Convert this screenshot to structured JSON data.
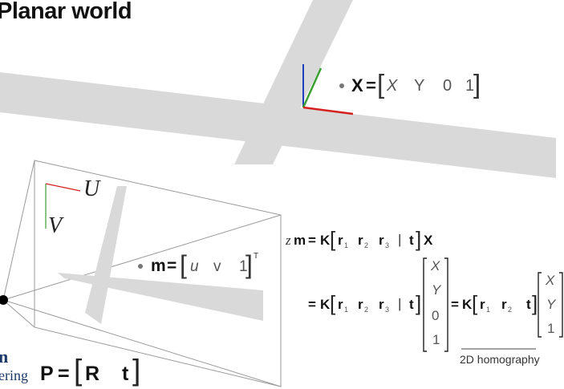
{
  "slide": {
    "title": "Planar world",
    "footer_logo_fragment": "n",
    "footer_logo_text": "ering"
  },
  "world_point": {
    "lhs": "X",
    "equals": "=",
    "bracket_open": "[",
    "bracket_close": "]",
    "components": [
      "X",
      "Y",
      "0",
      "1"
    ]
  },
  "image_point": {
    "lhs": "m",
    "equals": "=",
    "bracket_open": "[",
    "bracket_close": "]",
    "transpose": "T",
    "components": [
      "u",
      "v",
      "1"
    ]
  },
  "image_axes": {
    "u_label": "U",
    "v_label": "V"
  },
  "projection": {
    "lhs": "P",
    "equals": "=",
    "bracket_open": "[",
    "bracket_close": "]",
    "components": [
      "R",
      "t"
    ]
  },
  "equations": {
    "line1": {
      "z": "z",
      "m": "m",
      "equals": "=",
      "K": "K",
      "r1": "r",
      "r1_sub": "1",
      "r2": "r",
      "r2_sub": "2",
      "r3": "r",
      "r3_sub": "3",
      "sep": "|",
      "t": "t",
      "X": "X"
    },
    "line2": {
      "equals": "=",
      "K": "K",
      "r1": "r",
      "r1_sub": "1",
      "r2": "r",
      "r2_sub": "2",
      "r3": "r",
      "r3_sub": "3",
      "sep": "|",
      "t": "t",
      "vector4": [
        "X",
        "Y",
        "0",
        "1"
      ],
      "equals2": "=",
      "K2": "K",
      "h_r1": "r",
      "h_r1_sub": "1",
      "h_r2": "r",
      "h_r2_sub": "2",
      "h_t": "t",
      "vector3": [
        "X",
        "Y",
        "1"
      ]
    },
    "homography_label": "2D homography"
  },
  "colors": {
    "plane": "#d9d9d9",
    "axis_red": "#d62020",
    "axis_green": "#3aa030",
    "axis_blue": "#2040c0",
    "frustum": "#9a9a9a",
    "bullet": "#777777"
  }
}
